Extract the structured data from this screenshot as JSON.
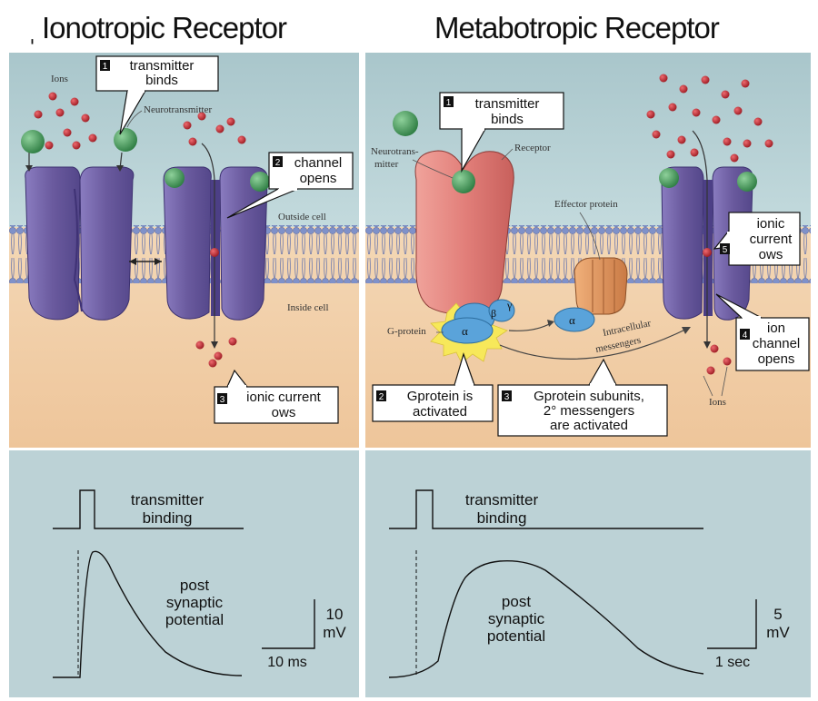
{
  "titles": {
    "left_prefix": "ˌ",
    "left": "Ionotropic Receptor",
    "right": "Metabotropic Receptor"
  },
  "ionotropic": {
    "labels": {
      "ions": "Ions",
      "neurotransmitter": "Neurotransmitter",
      "outside_cell": "Outside cell",
      "inside_cell": "Inside cell"
    },
    "callouts": [
      {
        "num": "1",
        "line1": "transmitter",
        "line2": "binds"
      },
      {
        "num": "2",
        "line1": "channel",
        "line2": "opens"
      },
      {
        "num": "3",
        "line1": "ionic current",
        "line2": "ows"
      }
    ],
    "graph": {
      "pulse_label_1": "transmitter",
      "pulse_label_2": "binding",
      "psp_label_1": "post",
      "psp_label_2": "synaptic",
      "psp_label_3": "potential",
      "scale_y_1": "10",
      "scale_y_2": "mV",
      "scale_x": "10 ms"
    }
  },
  "metabotropic": {
    "labels": {
      "neurotransmitter_1": "Neurotrans-",
      "neurotransmitter_2": "mitter",
      "receptor": "Receptor",
      "effector": "Effector protein",
      "gprotein": "G-protein",
      "intracellular_1": "Intracellular",
      "intracellular_2": "messengers",
      "ions": "Ions",
      "alpha": "α",
      "beta": "β",
      "gamma": "γ"
    },
    "callouts": [
      {
        "num": "1",
        "line1": "transmitter",
        "line2": "binds"
      },
      {
        "num": "2",
        "line1": "Gprotein is",
        "line2": "activated"
      },
      {
        "num": "3",
        "line1": "Gprotein subunits,",
        "line2": "2° messengers",
        "line3": "are activated"
      },
      {
        "num": "4",
        "line1": "ion",
        "line2": "channel",
        "line3": "opens"
      },
      {
        "num": "5",
        "line1": "ionic",
        "line2": "current",
        "line3": "ows"
      }
    ],
    "graph": {
      "pulse_label_1": "transmitter",
      "pulse_label_2": "binding",
      "psp_label_1": "post",
      "psp_label_2": "synaptic",
      "psp_label_3": "potential",
      "scale_y_1": "5",
      "scale_y_2": "mV",
      "scale_x": "1 sec"
    }
  },
  "colors": {
    "outside": "#b9d4d8",
    "inside": "#f1cfa8",
    "channel": "#7363a6",
    "receptor": "#e27f7a",
    "effector": "#d9935d",
    "gprotein": "#5aa3da",
    "ion": "#c2272f",
    "transmitter": "#3e9a55",
    "graph_bg": "#bcd2d6"
  }
}
